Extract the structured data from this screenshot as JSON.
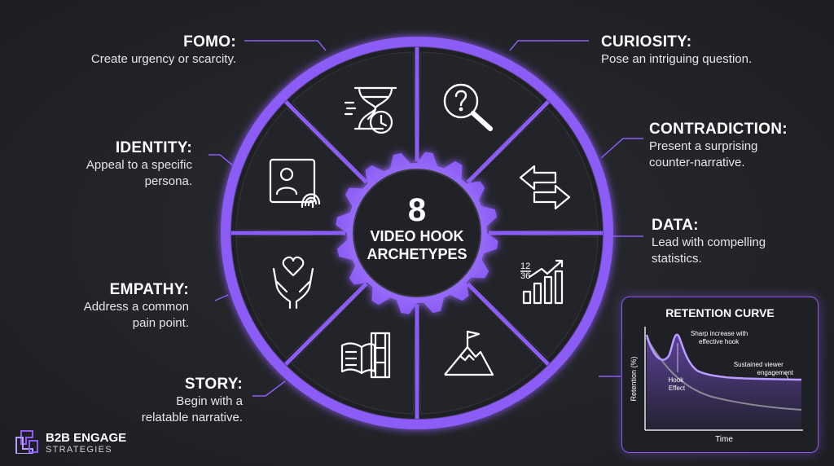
{
  "center": {
    "number": "8",
    "line1": "VIDEO HOOK",
    "line2": "ARCHETYPES"
  },
  "archetypes": [
    {
      "id": "curiosity",
      "title": "CURIOSITY:",
      "desc": [
        "Pose an intriguing question."
      ],
      "icon": "magnifier-question-icon"
    },
    {
      "id": "contradiction",
      "title": "CONTRADICTION:",
      "desc": [
        "Present a surprising",
        "counter-narrative."
      ],
      "icon": "opposite-arrows-icon"
    },
    {
      "id": "data",
      "title": "DATA:",
      "desc": [
        "Lead with compelling",
        "statistics."
      ],
      "icon": "bar-chart-growth-icon"
    },
    {
      "id": "story-flag",
      "title": "",
      "desc": [],
      "icon": "mountain-flag-icon"
    },
    {
      "id": "story",
      "title": "STORY:",
      "desc": [
        "Begin with a",
        "relatable narrative."
      ],
      "icon": "book-film-icon"
    },
    {
      "id": "empathy",
      "title": "EMPATHY:",
      "desc": [
        "Address a common",
        "pain point."
      ],
      "icon": "hands-heart-icon"
    },
    {
      "id": "identity",
      "title": "IDENTITY:",
      "desc": [
        "Appeal to a specific",
        "persona."
      ],
      "icon": "id-card-fingerprint-icon"
    },
    {
      "id": "fomo",
      "title": "FOMO:",
      "desc": [
        "Create urgency or scarcity."
      ],
      "icon": "hourglass-clock-icon"
    }
  ],
  "colors": {
    "accent": "#8b5cf6",
    "accent_light": "#b89cff",
    "segment": "#232429",
    "background": "#222327"
  },
  "chart_data": {
    "type": "line",
    "title": "RETENTION CURVE",
    "xlabel": "Time",
    "ylabel": "Retention (%)",
    "series": [
      {
        "name": "with hook",
        "shape": "initial drop, sharp spike, then sustained plateau"
      },
      {
        "name": "without hook",
        "shape": "steady decline"
      }
    ],
    "annotations": [
      "Sharp increase with effective hook",
      "Hook Effect",
      "Sustained viewer engagement"
    ]
  },
  "logo": {
    "name": "B2B ENGAGE",
    "sub": "STRATEGIES"
  }
}
